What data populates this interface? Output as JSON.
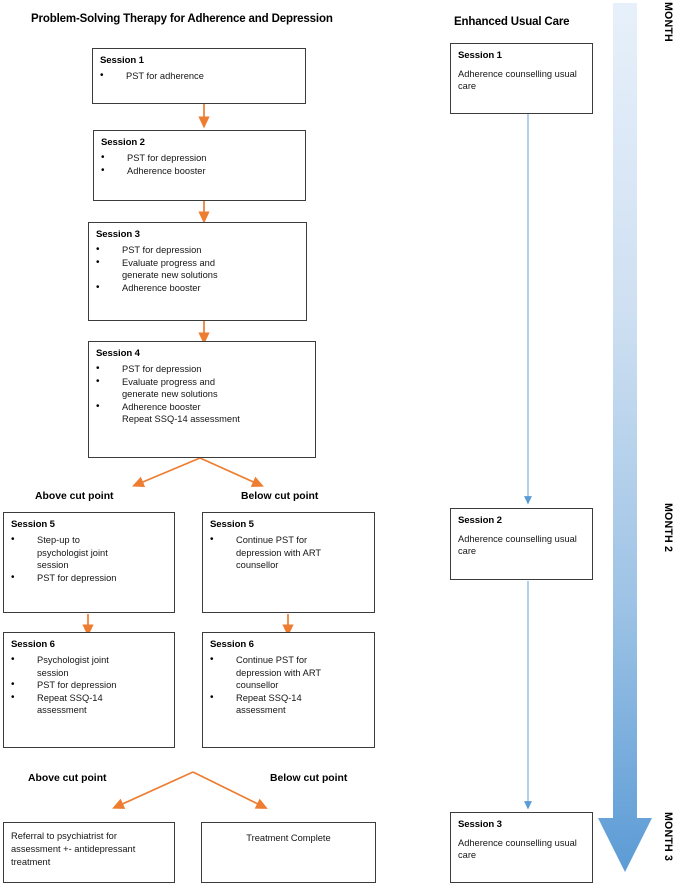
{
  "figure": {
    "type": "trial-flow-diagram",
    "arms": [
      {
        "id": "pst",
        "title": "Problem-Solving Therapy for Adherence and Depression"
      },
      {
        "id": "euc",
        "title": "Enhanced Usual Care"
      }
    ]
  },
  "pst": {
    "title": "Problem-Solving Therapy for Adherence and Depression",
    "session1": {
      "heading": "Session 1",
      "items": [
        "PST for adherence"
      ]
    },
    "session2": {
      "heading": "Session 2",
      "items": [
        "PST for depression",
        "Adherence booster"
      ]
    },
    "session3": {
      "heading": "Session 3",
      "items": [
        "PST for depression",
        "Evaluate progress and generate new solutions",
        "Adherence booster"
      ]
    },
    "session4": {
      "heading": "Session 4",
      "items": [
        "PST for depression",
        "Evaluate progress and generate new solutions",
        "Adherence booster"
      ],
      "extra": "Repeat SSQ-14 assessment"
    },
    "branch1": {
      "left_label": "Above cut point",
      "right_label": "Below cut point"
    },
    "above": {
      "session5": {
        "heading": "Session 5",
        "items": [
          "Step-up to psychologist joint session",
          "PST for depression"
        ]
      },
      "session6": {
        "heading": "Session 6",
        "items": [
          "Psychologist joint session",
          "PST for depression",
          "Repeat SSQ-14 assessment"
        ]
      }
    },
    "below": {
      "session5": {
        "heading": "Session 5",
        "items": [
          "Continue PST for depression with ART counsellor"
        ]
      },
      "session6": {
        "heading": "Session 6",
        "items": [
          "Continue PST for depression with ART counsellor",
          "Repeat SSQ-14 assessment"
        ]
      }
    },
    "branch2": {
      "left_label": "Above cut point",
      "right_label": "Below cut point"
    },
    "outcome_above": "Referral to psychiatrist for assessment +- antidepressant treatment",
    "outcome_below": "Treatment Complete"
  },
  "euc": {
    "title": "Enhanced Usual Care",
    "session1": {
      "heading": "Session 1",
      "body": "Adherence counselling usual care"
    },
    "session2": {
      "heading": "Session 2",
      "body": "Adherence counselling usual care"
    },
    "session3": {
      "heading": "Session 3",
      "body": "Adherence counselling usual care"
    }
  },
  "timeline": {
    "labels": [
      "MONTH",
      "MONTH 2",
      "MONTH 3"
    ],
    "arrow_color_top": "#dbe8f7",
    "arrow_color_bottom": "#5b9bd5"
  },
  "colors": {
    "arrow_orange": "#ed7d31",
    "arrow_blue": "#5b9bd5",
    "box_border": "#3c3c3c",
    "text": "#151515"
  }
}
